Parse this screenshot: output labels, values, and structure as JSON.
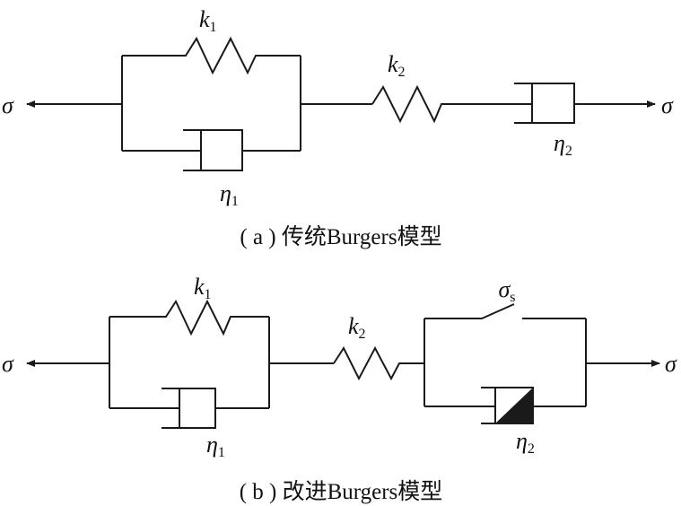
{
  "diagram_a": {
    "caption": "( a ) 传统Burgers模型",
    "stress_left": "σ",
    "stress_right": "σ",
    "k1": {
      "sym": "k",
      "sub": "1"
    },
    "eta1": {
      "sym": "η",
      "sub": "1"
    },
    "k2": {
      "sym": "k",
      "sub": "2"
    },
    "eta2": {
      "sym": "η",
      "sub": "2"
    }
  },
  "diagram_b": {
    "caption": "( b ) 改进Burgers模型",
    "stress_left": "σ",
    "stress_right": "σ",
    "k1": {
      "sym": "k",
      "sub": "1"
    },
    "eta1": {
      "sym": "η",
      "sub": "1"
    },
    "k2": {
      "sym": "k",
      "sub": "2"
    },
    "sigma_s": {
      "sym": "σ",
      "sub": "s"
    },
    "eta2": {
      "sym": "η",
      "sub": "2"
    }
  },
  "colors": {
    "line": "#1a1a1a",
    "background": "#ffffff"
  }
}
